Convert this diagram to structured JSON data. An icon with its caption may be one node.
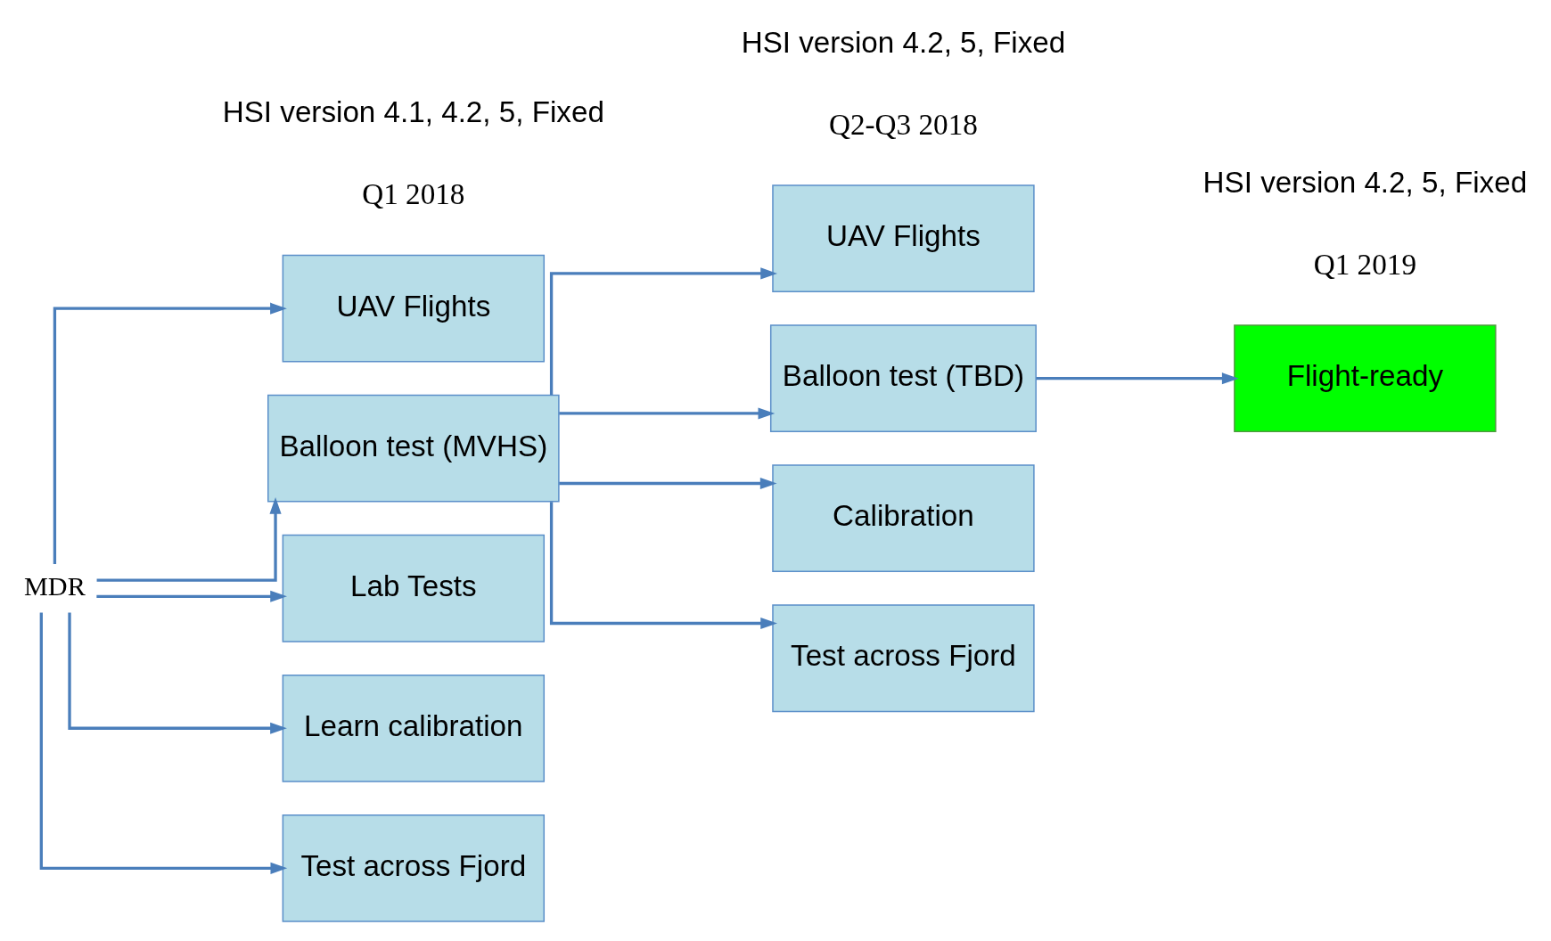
{
  "diagram": {
    "nodes": [
      {
        "text": [
          "MDR"
        ]
      },
      {
        "text": [
          "UAV Flights"
        ]
      },
      {
        "text": [
          "Balloon test (MVHS)"
        ]
      },
      {
        "text": [
          "Lab Tests"
        ]
      },
      {
        "text": [
          "Learn calibration"
        ]
      },
      {
        "text": [
          "Test across Fjord"
        ]
      },
      {
        "text": [
          "UAV Flights"
        ]
      },
      {
        "text": [
          "Balloon test (TBD)"
        ]
      },
      {
        "text": [
          "Calibration"
        ]
      },
      {
        "text": [
          "Test across Fjord"
        ]
      },
      {
        "text": [
          "Flight-ready"
        ]
      }
    ],
    "edges": [
      {
        "from": 0,
        "to": 1,
        "arrow": "to"
      },
      {
        "from": 0,
        "to": 2,
        "arrow": "to"
      },
      {
        "from": 0,
        "to": 3,
        "arrow": "to"
      },
      {
        "from": 0,
        "to": 4,
        "arrow": "to"
      },
      {
        "from": 0,
        "to": 5,
        "arrow": "to"
      },
      {
        "from": 2,
        "to": 6,
        "arrow": "to"
      },
      {
        "from": 2,
        "to": 7,
        "arrow": "to"
      },
      {
        "from": 2,
        "to": 8,
        "arrow": "to"
      },
      {
        "from": 2,
        "to": 9,
        "arrow": "to"
      },
      {
        "from": 7,
        "to": 10,
        "arrow": "to"
      }
    ],
    "labels": [
      "Q1 2018",
      "Q2-Q3 2018",
      "Q1 2019",
      "HSI version 4.2, 5, Fixed",
      "HSI version 4.2, 5, Fixed",
      "HSI version 4.1, 4.2, 5, Fixed"
    ]
  }
}
